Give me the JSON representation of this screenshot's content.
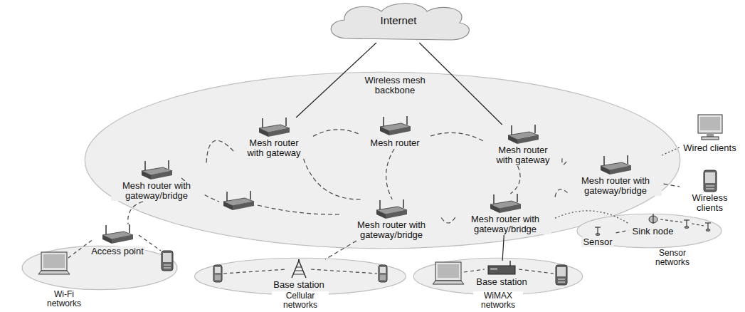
{
  "diagram": {
    "nodes": [
      {
        "text": [
          "Internet"
        ]
      },
      {
        "text": [
          "Wireless mesh backbone"
        ]
      },
      {
        "text": [
          "Mesh router with gateway"
        ],
        "in": 1
      },
      {
        "text": [
          "Mesh router"
        ],
        "in": 1
      },
      {
        "text": [
          "Mesh router with gateway"
        ],
        "in": 1
      },
      {
        "text": [
          "Wired clients"
        ]
      },
      {
        "text": [
          "Mesh router with gateway/bridge"
        ],
        "in": 1
      },
      {
        "text": [
          "Mesh router with gateway/bridge"
        ],
        "in": 1
      },
      {
        "text": [
          "Wireless clients"
        ]
      },
      {
        "text": [
          "Mesh router with gateway/bridge"
        ],
        "in": 1
      },
      {
        "text": [
          "Mesh router with gateway/bridge"
        ],
        "in": 1
      },
      {
        "text": [
          "Wi-Fi networks"
        ]
      },
      {
        "text": [
          "Access point"
        ],
        "in": 11
      },
      {
        "text": [
          "Cellular networks"
        ]
      },
      {
        "text": [
          "Base station"
        ],
        "in": 13
      },
      {
        "text": [
          "WiMAX networks"
        ]
      },
      {
        "text": [
          "Base station"
        ],
        "in": 15
      },
      {
        "text": [
          "Sensor networks"
        ]
      },
      {
        "text": [
          "Sensor"
        ],
        "in": 17
      },
      {
        "text": [
          "Sink node"
        ],
        "in": 17
      }
    ],
    "edges": [
      {
        "from": 0,
        "to": 2,
        "arrow": "none"
      },
      {
        "from": 0,
        "to": 4,
        "arrow": "none"
      },
      {
        "from": 2,
        "to": 3,
        "arrow": "none"
      },
      {
        "from": 3,
        "to": 4,
        "arrow": "none"
      },
      {
        "from": 4,
        "to": 7,
        "arrow": "none"
      },
      {
        "from": 6,
        "to": 2,
        "arrow": "none"
      },
      {
        "from": 2,
        "to": 9,
        "arrow": "none"
      },
      {
        "from": 3,
        "to": 9,
        "arrow": "none"
      },
      {
        "from": 4,
        "to": 10,
        "arrow": "none"
      },
      {
        "from": 9,
        "to": 10,
        "arrow": "none"
      },
      {
        "from": 10,
        "to": 7,
        "arrow": "none"
      },
      {
        "from": 7,
        "to": 5,
        "arrow": "none"
      },
      {
        "from": 7,
        "to": 8,
        "arrow": "none"
      },
      {
        "from": 6,
        "to": 12,
        "arrow": "none"
      },
      {
        "from": 9,
        "to": 14,
        "arrow": "none"
      },
      {
        "from": 10,
        "to": 16,
        "arrow": "none"
      },
      {
        "from": 10,
        "to": 19,
        "arrow": "none"
      },
      {
        "from": 18,
        "to": 19,
        "arrow": "none"
      }
    ]
  }
}
